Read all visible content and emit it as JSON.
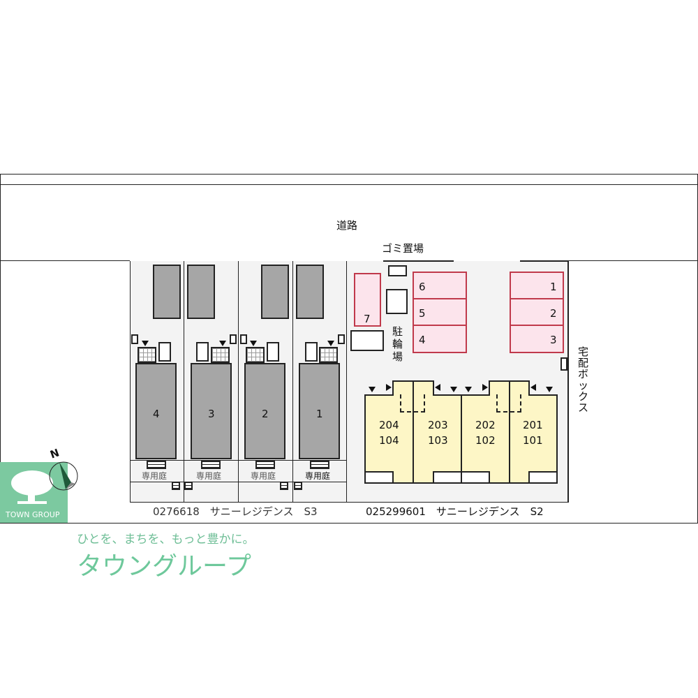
{
  "road_label": "道路",
  "garbage_label": "ゴミ置場",
  "bicycle_label": "駐輪場",
  "delivery_box_label": "宅配ボックス",
  "s3": {
    "units": [
      "4",
      "3",
      "2",
      "1"
    ],
    "garden_label": "専用庭",
    "caption": "0276618　サニーレジデンス　S3"
  },
  "s2": {
    "units": [
      {
        "upper": "204",
        "lower": "104"
      },
      {
        "upper": "203",
        "lower": "103"
      },
      {
        "upper": "202",
        "lower": "102"
      },
      {
        "upper": "201",
        "lower": "101"
      }
    ],
    "caption": "025299601　サニーレジデンス　S2"
  },
  "parking": [
    "1",
    "2",
    "3",
    "4",
    "5",
    "6",
    "7"
  ],
  "compass": {
    "label": "N"
  },
  "watermark": {
    "brand": "TOWN GROUP",
    "slogan": "ひとを、まちを、もっと豊かに。",
    "name": "タウングループ"
  },
  "colors": {
    "parking": "#fce4ec",
    "parking_border": "#c0394b",
    "building_s2": "#fdf6c6",
    "building_s3": "#a6a6a6",
    "logo": "#7cc9a0"
  }
}
